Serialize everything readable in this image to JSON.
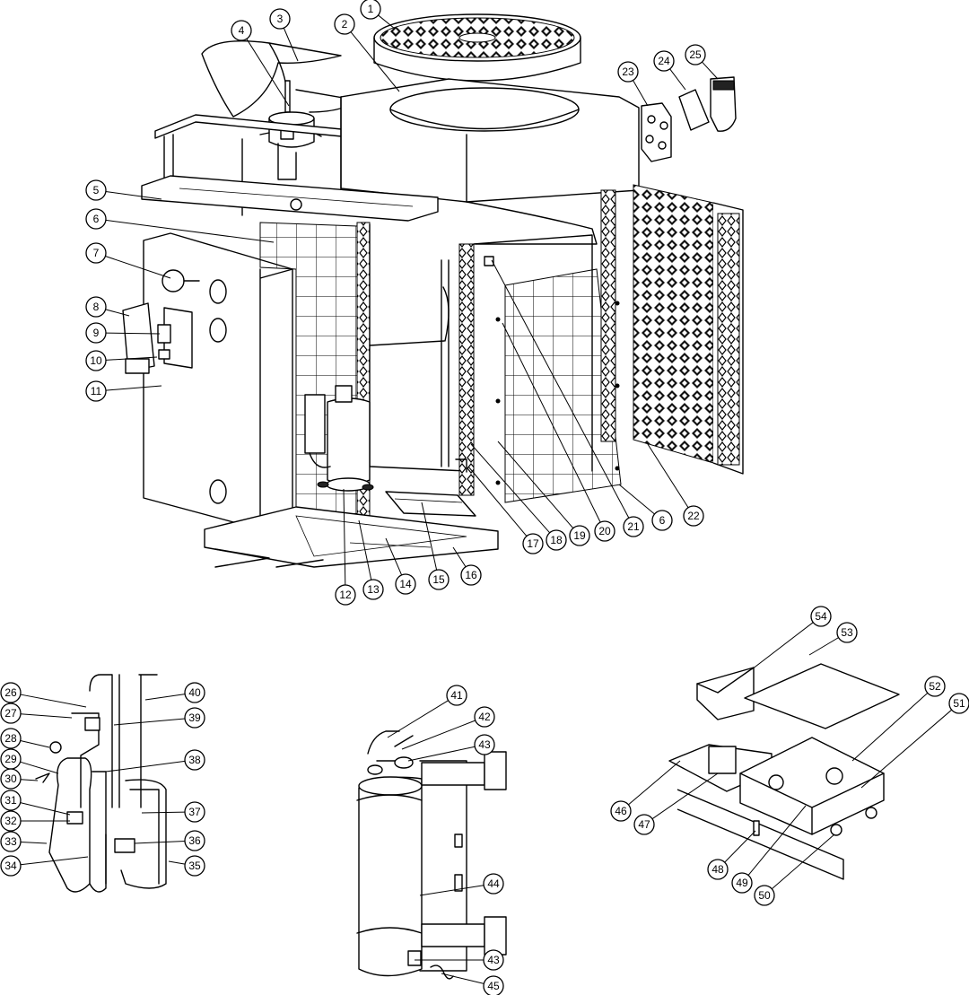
{
  "callouts": [
    {
      "id": "c1",
      "label": "1"
    },
    {
      "id": "c2",
      "label": "2"
    },
    {
      "id": "c3",
      "label": "3"
    },
    {
      "id": "c4",
      "label": "4"
    },
    {
      "id": "c5",
      "label": "5"
    },
    {
      "id": "c6a",
      "label": "6"
    },
    {
      "id": "c7",
      "label": "7"
    },
    {
      "id": "c8",
      "label": "8"
    },
    {
      "id": "c9",
      "label": "9"
    },
    {
      "id": "c10",
      "label": "10"
    },
    {
      "id": "c11",
      "label": "11"
    },
    {
      "id": "c12",
      "label": "12"
    },
    {
      "id": "c13",
      "label": "13"
    },
    {
      "id": "c14",
      "label": "14"
    },
    {
      "id": "c15",
      "label": "15"
    },
    {
      "id": "c16",
      "label": "16"
    },
    {
      "id": "c17",
      "label": "17"
    },
    {
      "id": "c18",
      "label": "18"
    },
    {
      "id": "c19",
      "label": "19"
    },
    {
      "id": "c20",
      "label": "20"
    },
    {
      "id": "c21",
      "label": "21"
    },
    {
      "id": "c6b",
      "label": "6"
    },
    {
      "id": "c22",
      "label": "22"
    },
    {
      "id": "c23",
      "label": "23"
    },
    {
      "id": "c24",
      "label": "24"
    },
    {
      "id": "c25",
      "label": "25"
    },
    {
      "id": "c26",
      "label": "26"
    },
    {
      "id": "c27",
      "label": "27"
    },
    {
      "id": "c28",
      "label": "28"
    },
    {
      "id": "c29",
      "label": "29"
    },
    {
      "id": "c30",
      "label": "30"
    },
    {
      "id": "c31",
      "label": "31"
    },
    {
      "id": "c32",
      "label": "32"
    },
    {
      "id": "c33",
      "label": "33"
    },
    {
      "id": "c34",
      "label": "34"
    },
    {
      "id": "c35",
      "label": "35"
    },
    {
      "id": "c36",
      "label": "36"
    },
    {
      "id": "c37",
      "label": "37"
    },
    {
      "id": "c38",
      "label": "38"
    },
    {
      "id": "c39",
      "label": "39"
    },
    {
      "id": "c40",
      "label": "40"
    },
    {
      "id": "c41",
      "label": "41"
    },
    {
      "id": "c42",
      "label": "42"
    },
    {
      "id": "c43a",
      "label": "43"
    },
    {
      "id": "c44",
      "label": "44"
    },
    {
      "id": "c43b",
      "label": "43"
    },
    {
      "id": "c45",
      "label": "45"
    },
    {
      "id": "c46",
      "label": "46"
    },
    {
      "id": "c47",
      "label": "47"
    },
    {
      "id": "c48",
      "label": "48"
    },
    {
      "id": "c49",
      "label": "49"
    },
    {
      "id": "c50",
      "label": "50"
    },
    {
      "id": "c51",
      "label": "51"
    },
    {
      "id": "c52",
      "label": "52"
    },
    {
      "id": "c53",
      "label": "53"
    },
    {
      "id": "c54",
      "label": "54"
    }
  ]
}
